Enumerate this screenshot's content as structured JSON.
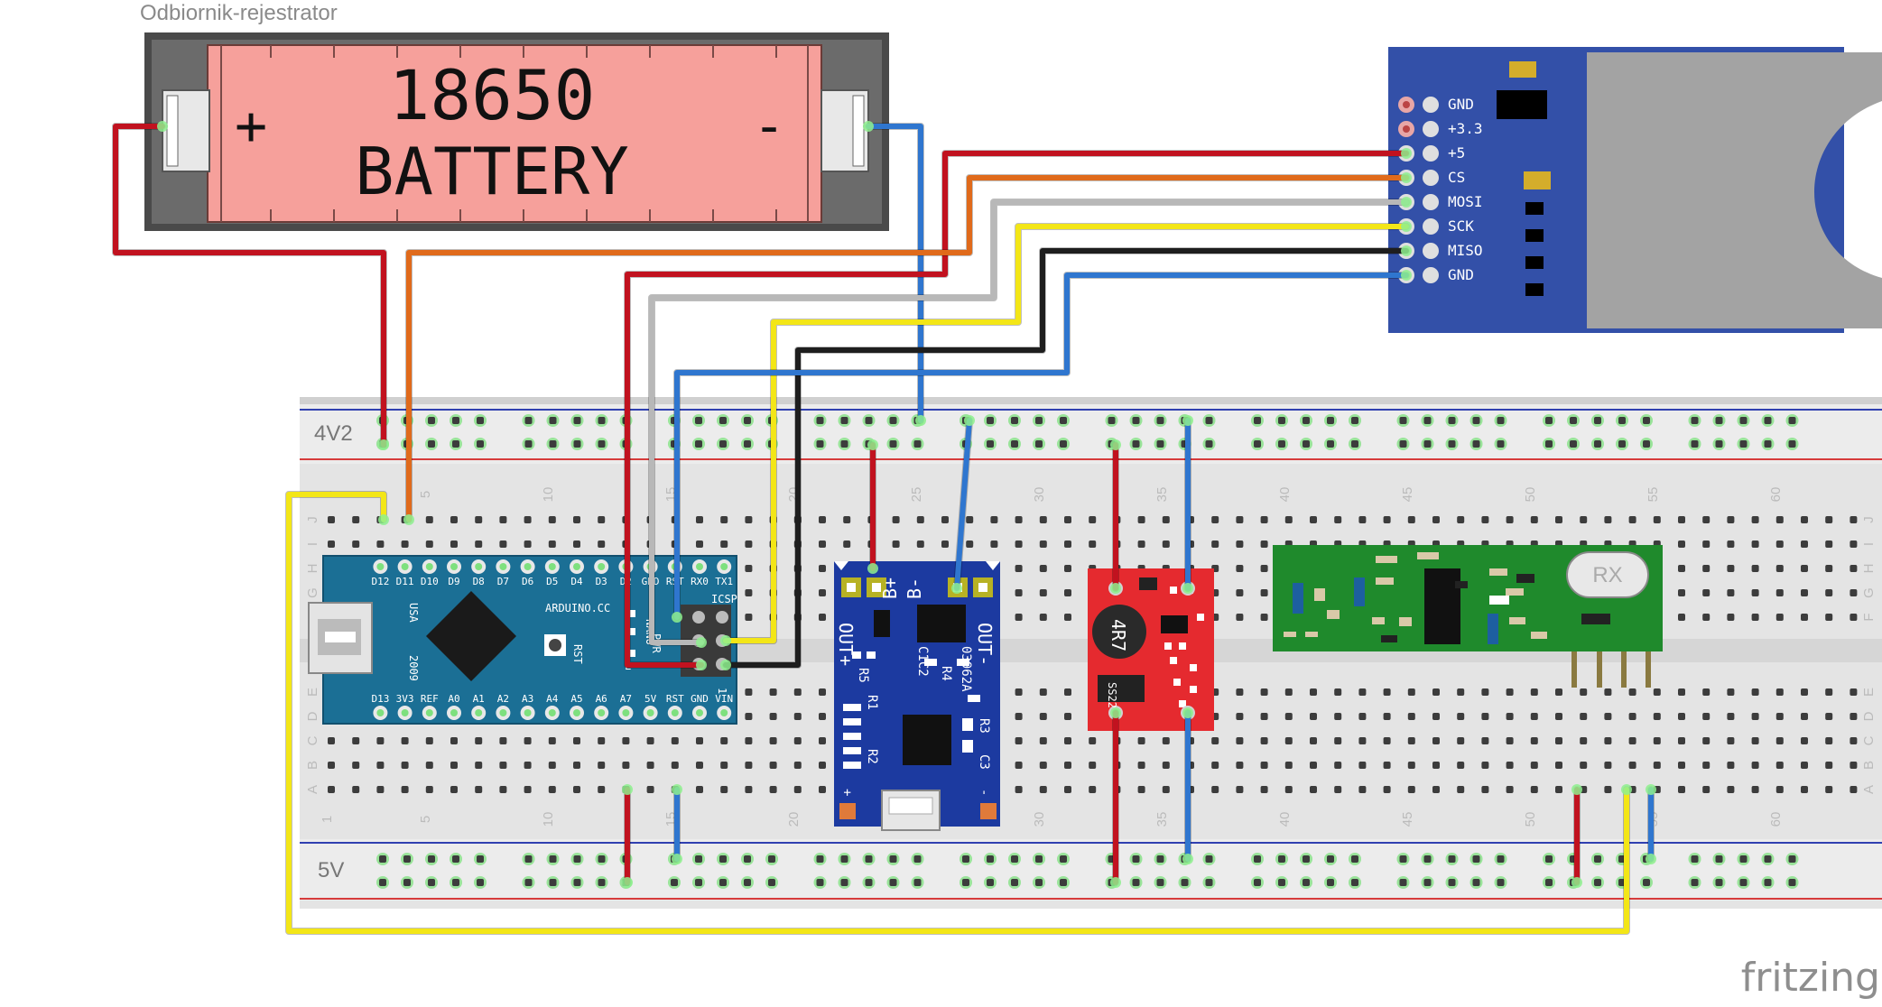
{
  "title": "Odbiornik-rejestrator",
  "battery": {
    "model": "18650",
    "type": "BATTERY",
    "plus": "+",
    "minus": "-"
  },
  "sd_module": {
    "pins": [
      "GND",
      "+3.3",
      "+5",
      "CS",
      "MOSI",
      "SCK",
      "MISO",
      "GND"
    ]
  },
  "breadboard": {
    "top_rail_label": "4V2",
    "bottom_rail_label": "5V",
    "column_numbers": [
      "1",
      "5",
      "10",
      "15",
      "20",
      "25",
      "30",
      "35",
      "40",
      "45",
      "50",
      "55",
      "60"
    ],
    "row_letters_top": [
      "J",
      "I",
      "H",
      "G",
      "F"
    ],
    "row_letters_bottom": [
      "E",
      "D",
      "C",
      "B",
      "A"
    ]
  },
  "arduino": {
    "top_pins": [
      "D12",
      "D11",
      "D10",
      "D9",
      "D8",
      "D7",
      "D6",
      "D5",
      "D4",
      "D3",
      "D2",
      "GND",
      "RST",
      "RX0",
      "TX1"
    ],
    "bottom_pins": [
      "D13",
      "3V3",
      "REF",
      "A0",
      "A1",
      "A2",
      "A3",
      "A4",
      "A5",
      "A6",
      "A7",
      "5V",
      "RST",
      "GND",
      "VIN"
    ],
    "brand": "ARDUINO.CC",
    "usa": "USA",
    "year": "2009",
    "rst": "RST",
    "icsp": "ICSP",
    "nano": "NANO",
    "led_l": "L",
    "led_pwr": "PWR",
    "pin1": "1"
  },
  "charger": {
    "out_plus": "OUT+",
    "b_plus": "B+",
    "b_minus": "B-",
    "out_minus": "OUT-",
    "r5": "R5",
    "c1c2": "C1C2",
    "r4": "R4",
    "chip": "03962A",
    "r1": "R1",
    "r2": "R2",
    "r3": "R3",
    "c3": "C3",
    "plus": "+",
    "minus": "-"
  },
  "stepup": {
    "inductor": "4R7",
    "diode": "SS22"
  },
  "receiver": {
    "label": "RX"
  },
  "watermark": "fritzing",
  "colors": {
    "wire_red": "#c1121f",
    "wire_orange": "#e06a1b",
    "wire_white": "#b8b8b8",
    "wire_yellow": "#f3e617",
    "wire_black": "#1e1e1e",
    "wire_blue": "#2f76cf",
    "arduino_blue": "#1b6f95",
    "charger_blue": "#1c3aa0",
    "stepup_red": "#e52a2f",
    "receiver_green": "#1f8a2c",
    "sd_blue": "#3350a8",
    "battery_pink": "#f6a09b"
  }
}
